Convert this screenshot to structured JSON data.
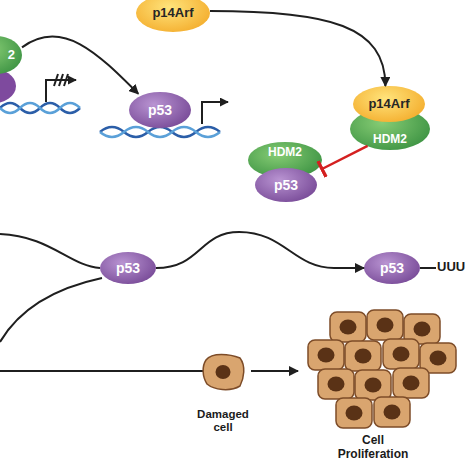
{
  "diagram": {
    "nodes": [
      {
        "text": [
          "2"
        ]
      },
      {
        "text": [
          "p53"
        ]
      },
      {
        "text": [
          "p14Arf"
        ]
      },
      {
        "text": [
          "p14Arf"
        ]
      },
      {
        "text": [
          "HDM2"
        ]
      },
      {
        "text": [
          "HDM2"
        ]
      },
      {
        "text": [
          "p53"
        ]
      },
      {
        "text": [
          "p53"
        ]
      },
      {
        "text": [
          "p53"
        ]
      },
      {
        "text": [
          "Damaged cell"
        ]
      },
      {
        "text": [
          "Cell Proliferation"
        ]
      }
    ],
    "edges": [
      {
        "from": 0,
        "to": 1,
        "arrow": "to"
      },
      {
        "from": 2,
        "to": 3,
        "arrow": "to"
      },
      {
        "from": 4,
        "to": 5,
        "arrow": "to"
      },
      {
        "from": 7,
        "to": 8,
        "arrow": "to"
      },
      {
        "from": 9,
        "to": 10,
        "arrow": "to"
      }
    ],
    "labels": [
      "UUU"
    ]
  }
}
